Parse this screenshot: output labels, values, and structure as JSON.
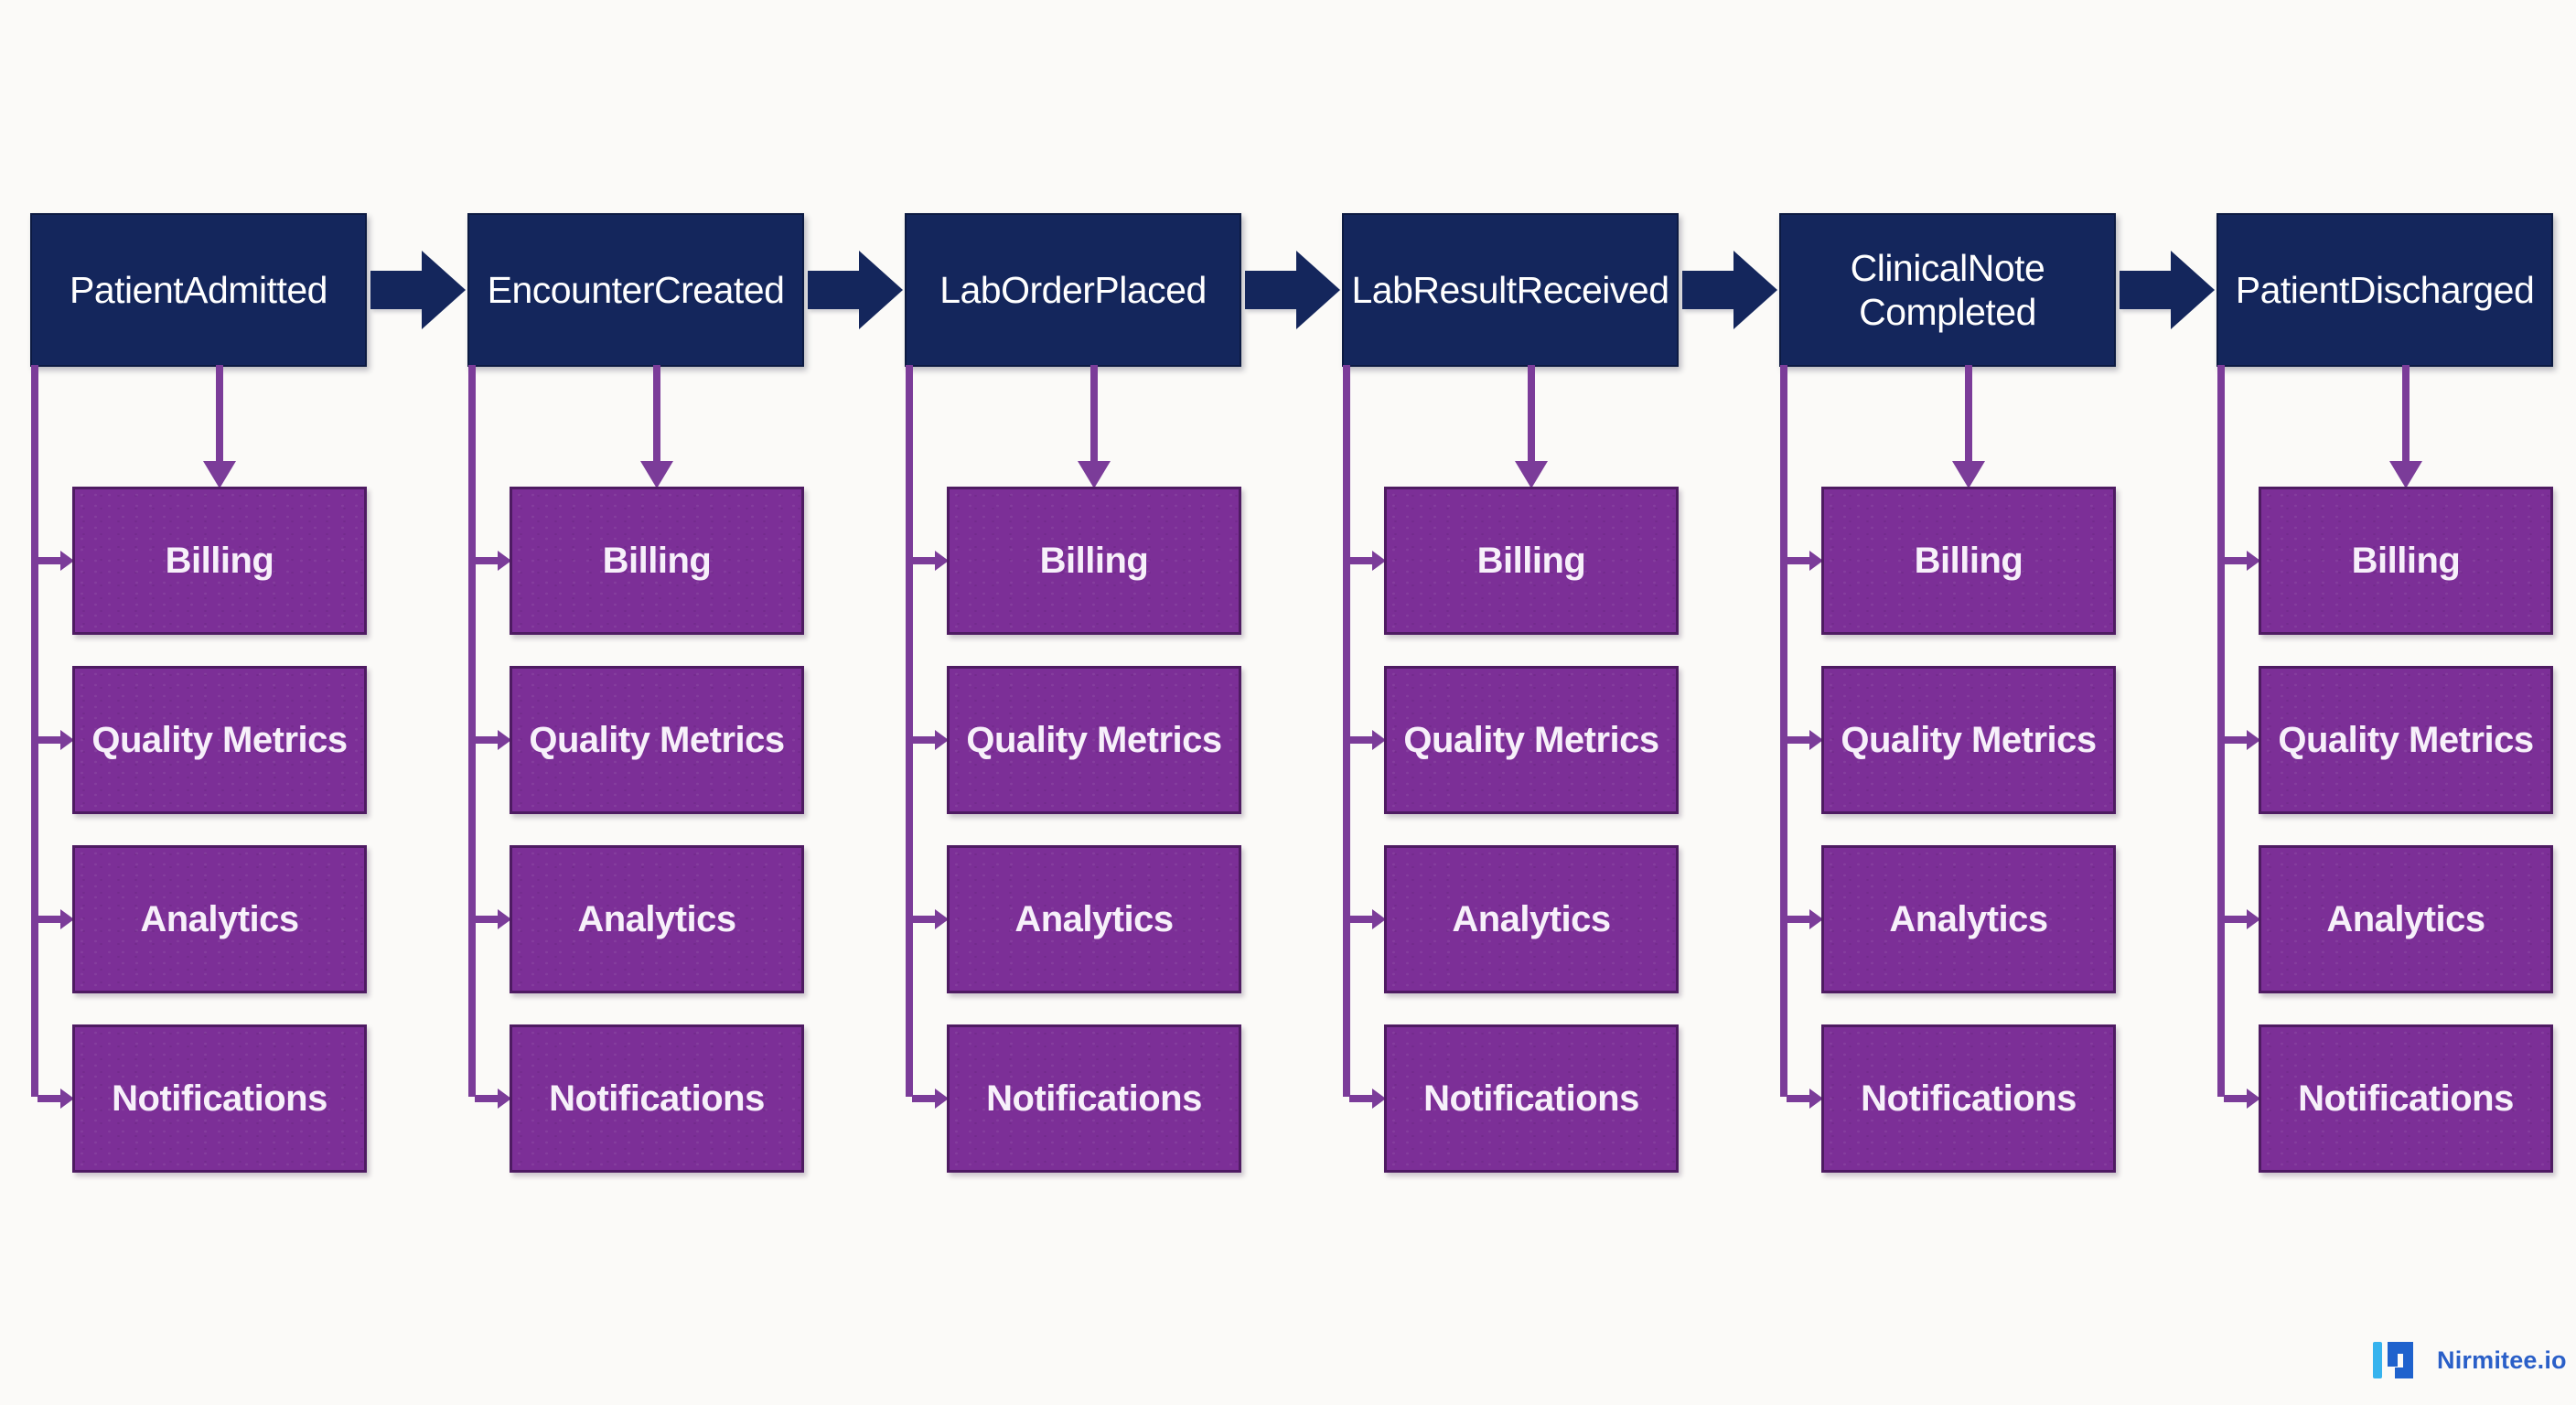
{
  "diagram": {
    "events": [
      {
        "label": "PatientAdmitted"
      },
      {
        "label": "EncounterCreated"
      },
      {
        "label": "LabOrderPlaced"
      },
      {
        "label": "LabResultReceived"
      },
      {
        "label": "ClinicalNote Completed"
      },
      {
        "label": "PatientDischarged"
      }
    ],
    "subscribers": [
      "Billing",
      "Quality Metrics",
      "Analytics",
      "Notifications"
    ],
    "edges": {
      "sequence": [
        {
          "from": "PatientAdmitted",
          "to": "EncounterCreated"
        },
        {
          "from": "EncounterCreated",
          "to": "LabOrderPlaced"
        },
        {
          "from": "LabOrderPlaced",
          "to": "LabResultReceived"
        },
        {
          "from": "LabResultReceived",
          "to": "ClinicalNote Completed"
        },
        {
          "from": "ClinicalNote Completed",
          "to": "PatientDischarged"
        }
      ],
      "fanout": "each event connects to Billing, Quality Metrics, Analytics and Notifications"
    },
    "colors": {
      "background": "#fbfaf8",
      "event_fill": "#14265c",
      "event_border": "#0c1a42",
      "subscriber_fill": "#7c2f97",
      "subscriber_border": "#4e1b62",
      "connector": "#7b3c99",
      "text": "#ffffff"
    }
  },
  "branding": {
    "logo_text": "Nirmitee.io",
    "logo_blue": "#2a5fc8",
    "logo_cyan": "#36b3ee"
  }
}
